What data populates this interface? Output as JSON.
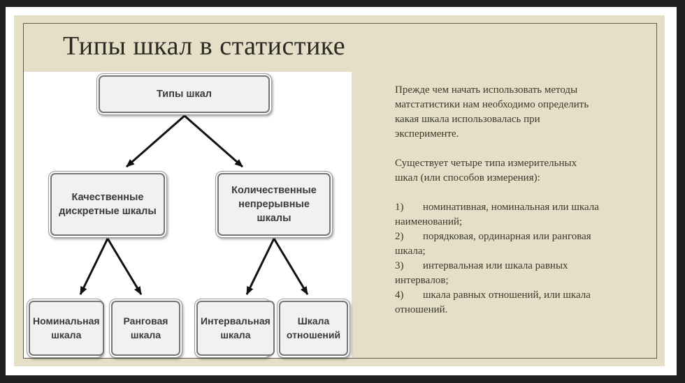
{
  "slide": {
    "title": "Типы шкал в статистике"
  },
  "diagram": {
    "root": {
      "label": "Типы шкал"
    },
    "level2": [
      {
        "label": "Качественные дискретные шкалы"
      },
      {
        "label": "Количественные непрерывные шкалы"
      }
    ],
    "level3": [
      {
        "label": "Номинальная шкала"
      },
      {
        "label": "Ранговая шкала"
      },
      {
        "label": "Интервальная шкала"
      },
      {
        "label": "Шкала отношений"
      }
    ]
  },
  "text": {
    "paragraph1": "Прежде чем начать использовать методы\nматстатистики нам необходимо определить\nкакая шкала использовалась при\nэксперименте.",
    "paragraph2": "Существует четыре типа измерительных\nшкал (или способов измерения):",
    "list": [
      {
        "num": "1)",
        "text": "номинативная, номинальная или шкала\nнаименований;"
      },
      {
        "num": "2)",
        "text": "порядковая, ординарная или ранговая\nшкала;"
      },
      {
        "num": "3)",
        "text": "интервальная или шкала равных\nинтервалов;"
      },
      {
        "num": "4)",
        "text": "шкала равных отношений, или шкала\nотношений."
      }
    ]
  },
  "colors": {
    "frame": "#1f1f1f",
    "sheet": "#ffffff",
    "slide_background": "#e5dfc7",
    "inner_border": "#5d5b4f",
    "panel_background": "#ffffff",
    "node_fill": "#f1f1f1",
    "node_border": "#757575",
    "arrow": "#111111",
    "title_text": "#2b2a22",
    "body_text": "#3b382d"
  }
}
